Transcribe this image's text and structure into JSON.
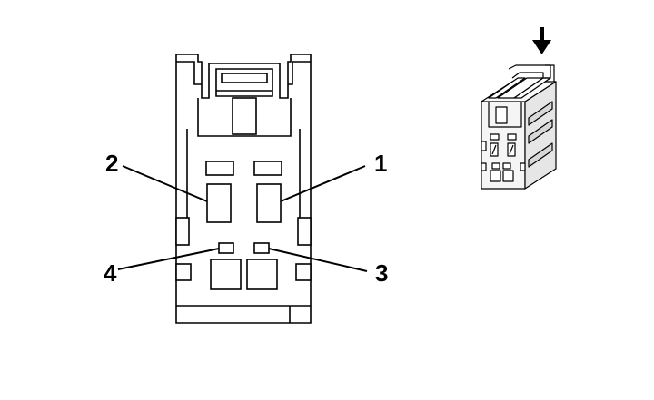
{
  "diagram": {
    "pin_labels": {
      "pin1": "1",
      "pin2": "2",
      "pin3": "3",
      "pin4": "4"
    },
    "icons": {
      "insert_direction": "arrow-down-icon",
      "connector_front": "connector-front-view",
      "connector_iso": "connector-isometric-view"
    },
    "colors": {
      "line": "#000000",
      "fill": "#ffffff",
      "iso_body": "#f0f0f0"
    }
  }
}
